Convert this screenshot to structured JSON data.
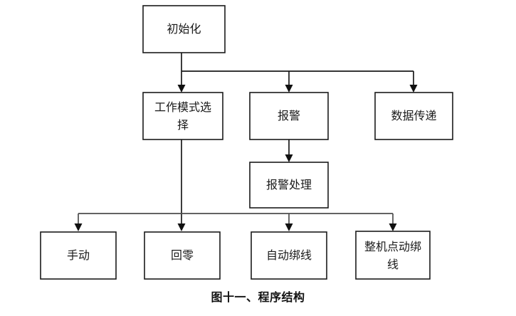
{
  "figure": {
    "caption": "图十一、程序结构",
    "title": "程序结构",
    "background_color": "#ffffff",
    "box_border_color": "#1a1a1a",
    "connector_color": "#4d4d4d",
    "text_color": "#1a1a1a"
  },
  "nodes": {
    "init": {
      "label": "初始化",
      "lines": [
        "初始化"
      ]
    },
    "work_mode": {
      "label": "工作模式选择",
      "lines": [
        "工作模式选",
        "择"
      ]
    },
    "alarm": {
      "label": "报警",
      "lines": [
        "报警"
      ]
    },
    "data_transfer": {
      "label": "数据传递",
      "lines": [
        "数据传递"
      ]
    },
    "alarm_handle": {
      "label": "报警处理",
      "lines": [
        "报警处理"
      ]
    },
    "manual": {
      "label": "手动",
      "lines": [
        "手动"
      ]
    },
    "return_zero": {
      "label": "回零",
      "lines": [
        "回零"
      ]
    },
    "auto_bind": {
      "label": "自动绑线",
      "lines": [
        "自动绑线"
      ]
    },
    "jog_bind": {
      "label": "整机点动绑线",
      "lines": [
        "整机点动绑",
        "线"
      ]
    }
  }
}
